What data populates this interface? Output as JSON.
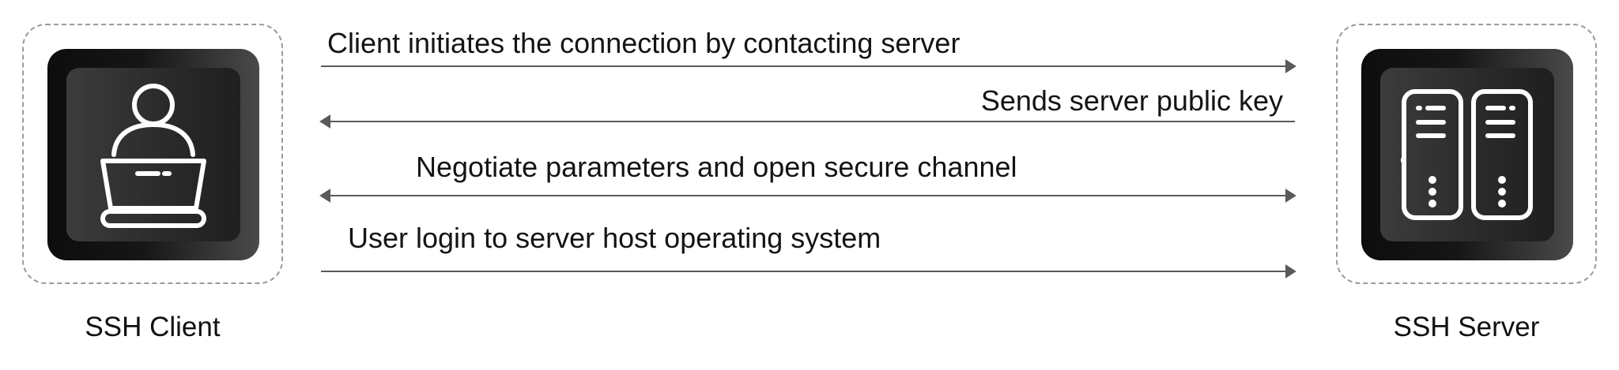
{
  "diagram": {
    "client": {
      "label": "SSH Client",
      "icon": "user-laptop-icon"
    },
    "server": {
      "label": "SSH Server",
      "icon": "server-rack-icon"
    },
    "messages": [
      {
        "text": "Client initiates the connection by contacting server",
        "direction": "client-to-server"
      },
      {
        "text": "Sends server public key",
        "direction": "server-to-client"
      },
      {
        "text": "Negotiate parameters and open secure channel",
        "direction": "bidirectional"
      },
      {
        "text": "User login to server host operating system",
        "direction": "client-to-server"
      }
    ],
    "colors": {
      "arrow": "#5a5a5a",
      "frame_border": "#9a9a9a",
      "icon_stroke": "#ffffff"
    }
  }
}
